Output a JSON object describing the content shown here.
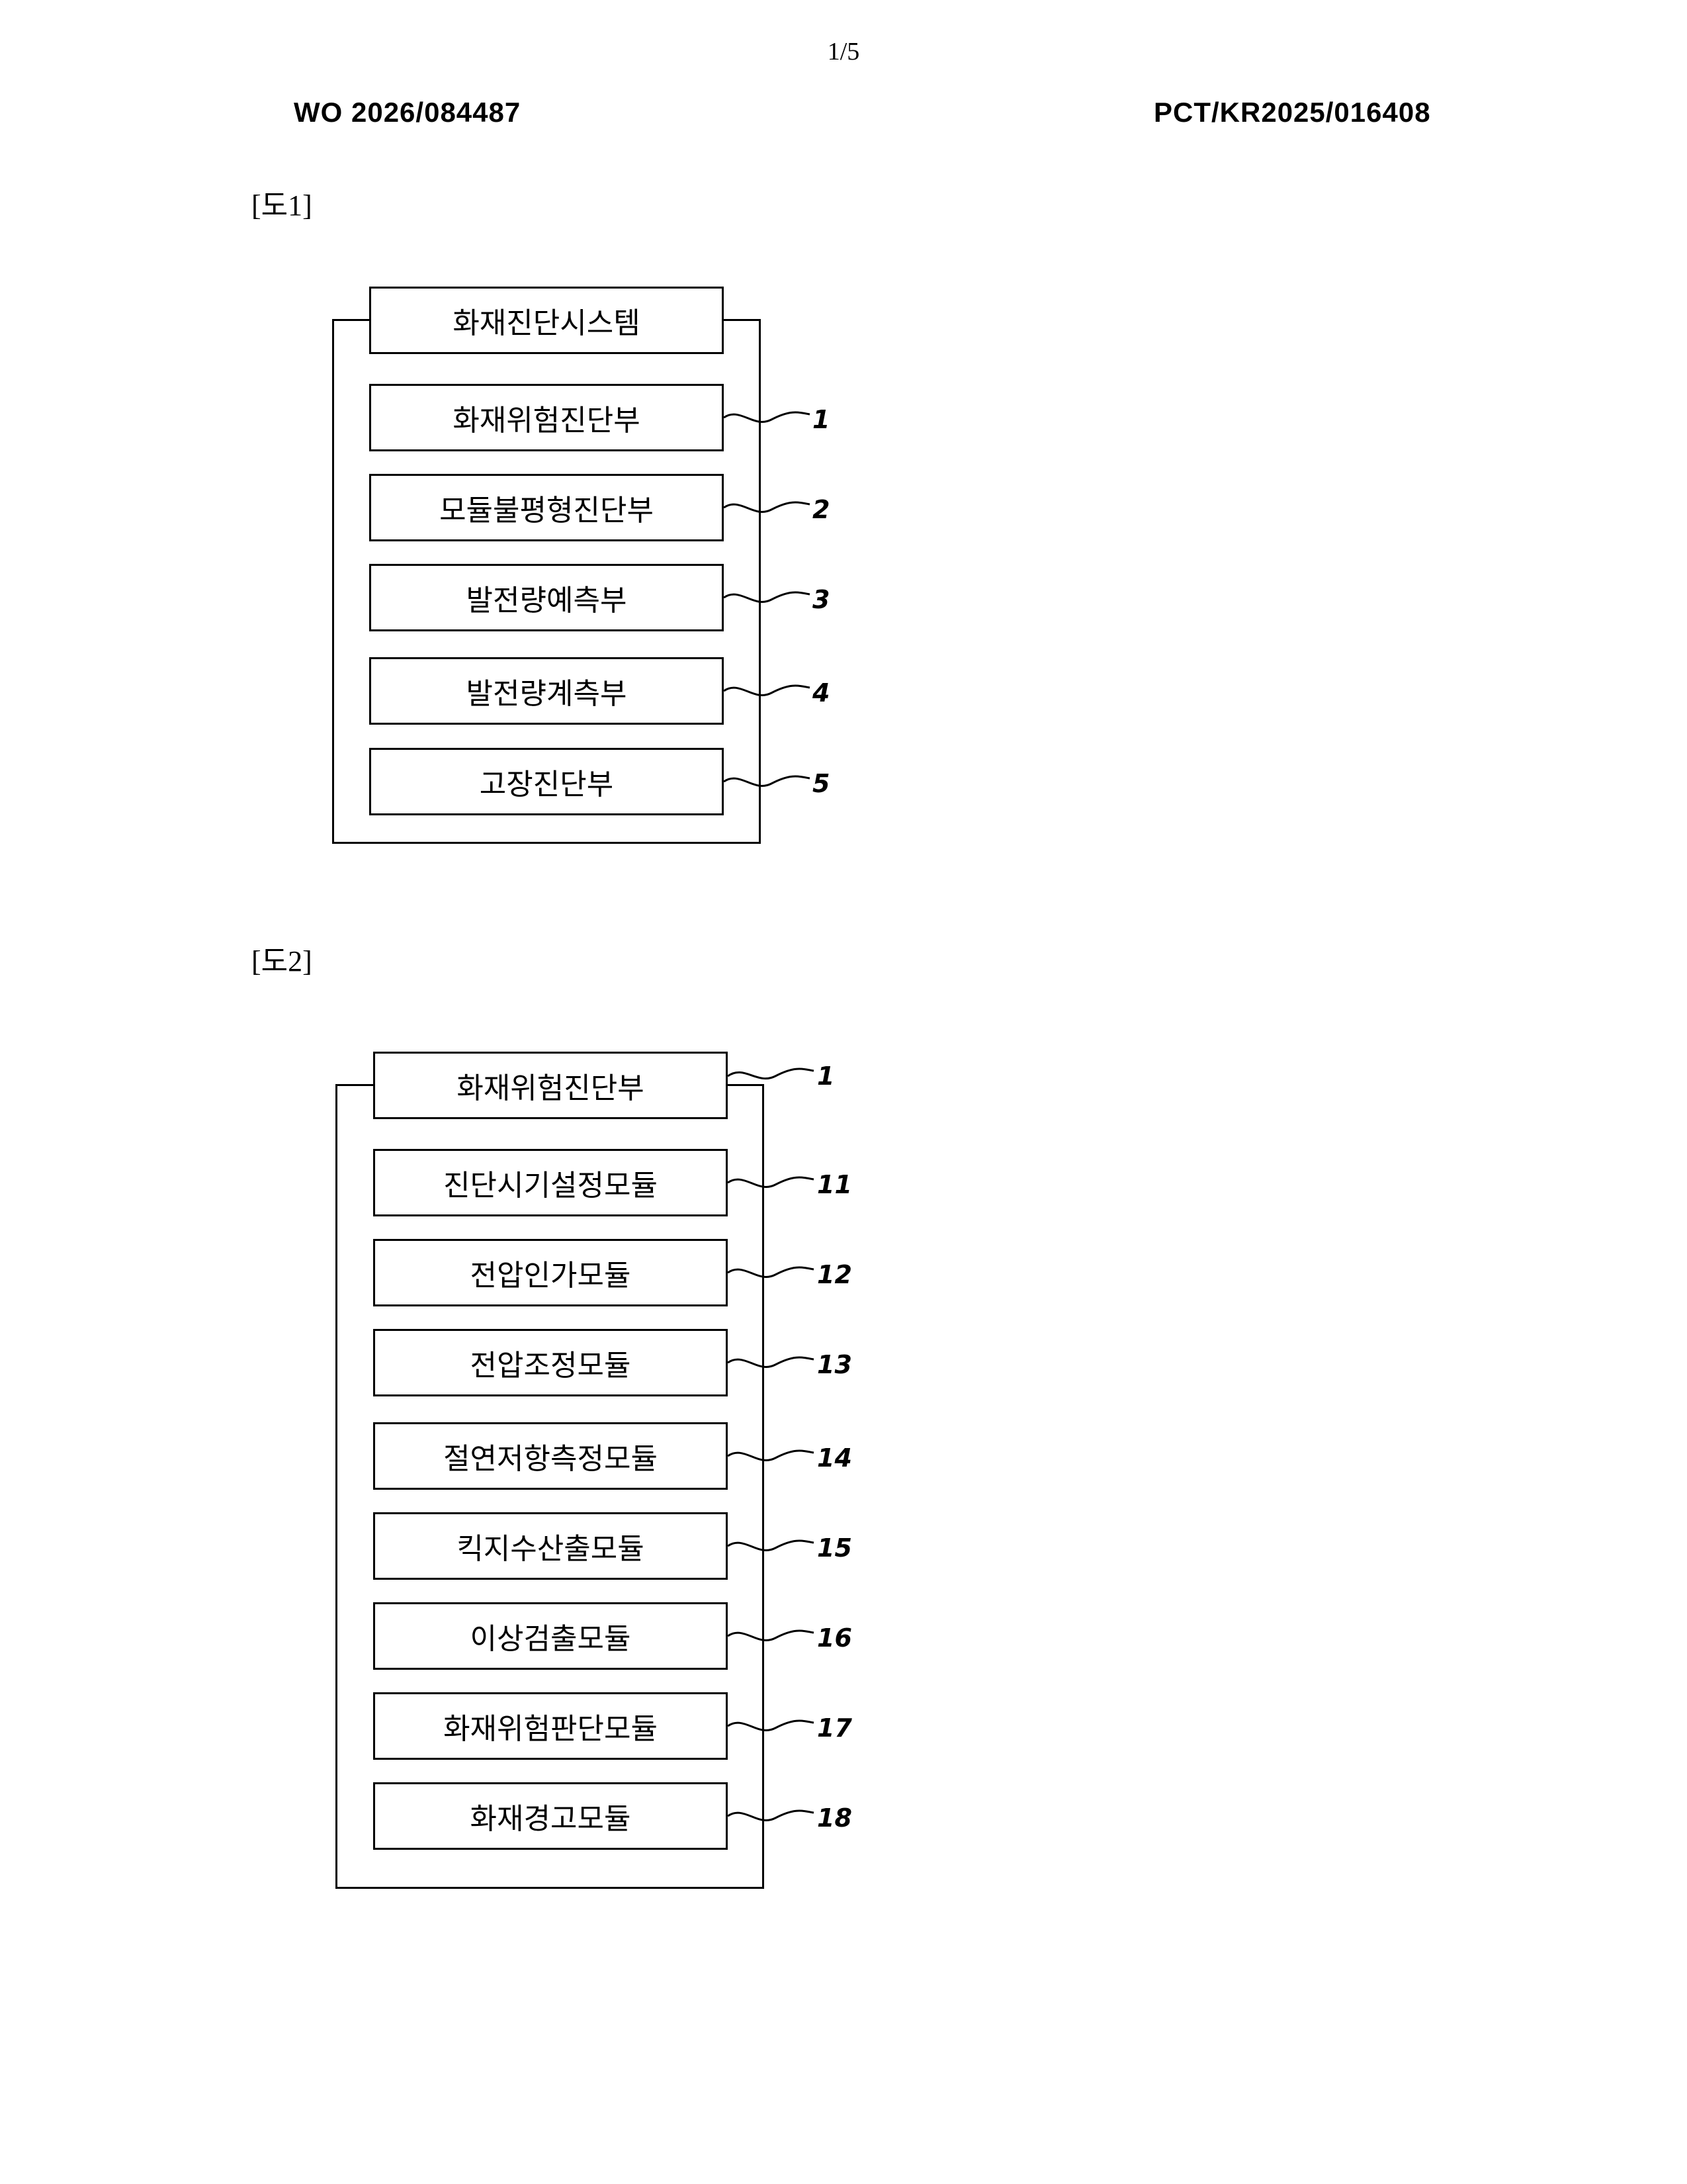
{
  "header": {
    "page_number": "1/5",
    "publication_number": "WO 2026/084487",
    "application_number": "PCT/KR2025/016408"
  },
  "figures": [
    {
      "label": "[도1]",
      "title_block": {
        "label": "화재진단시스템"
      },
      "blocks": [
        {
          "label": "화재위험진단부",
          "ref": "1"
        },
        {
          "label": "모듈불평형진단부",
          "ref": "2"
        },
        {
          "label": "발전량예측부",
          "ref": "3"
        },
        {
          "label": "발전량계측부",
          "ref": "4"
        },
        {
          "label": "고장진단부",
          "ref": "5"
        }
      ]
    },
    {
      "label": "[도2]",
      "title_block": {
        "label": "화재위험진단부",
        "ref": "1"
      },
      "blocks": [
        {
          "label": "진단시기설정모듈",
          "ref": "11"
        },
        {
          "label": "전압인가모듈",
          "ref": "12"
        },
        {
          "label": "전압조정모듈",
          "ref": "13"
        },
        {
          "label": "절연저항측정모듈",
          "ref": "14"
        },
        {
          "label": "킥지수산출모듈",
          "ref": "15"
        },
        {
          "label": "이상검출모듈",
          "ref": "16"
        },
        {
          "label": "화재위험판단모듈",
          "ref": "17"
        },
        {
          "label": "화재경고모듈",
          "ref": "18"
        }
      ]
    }
  ]
}
